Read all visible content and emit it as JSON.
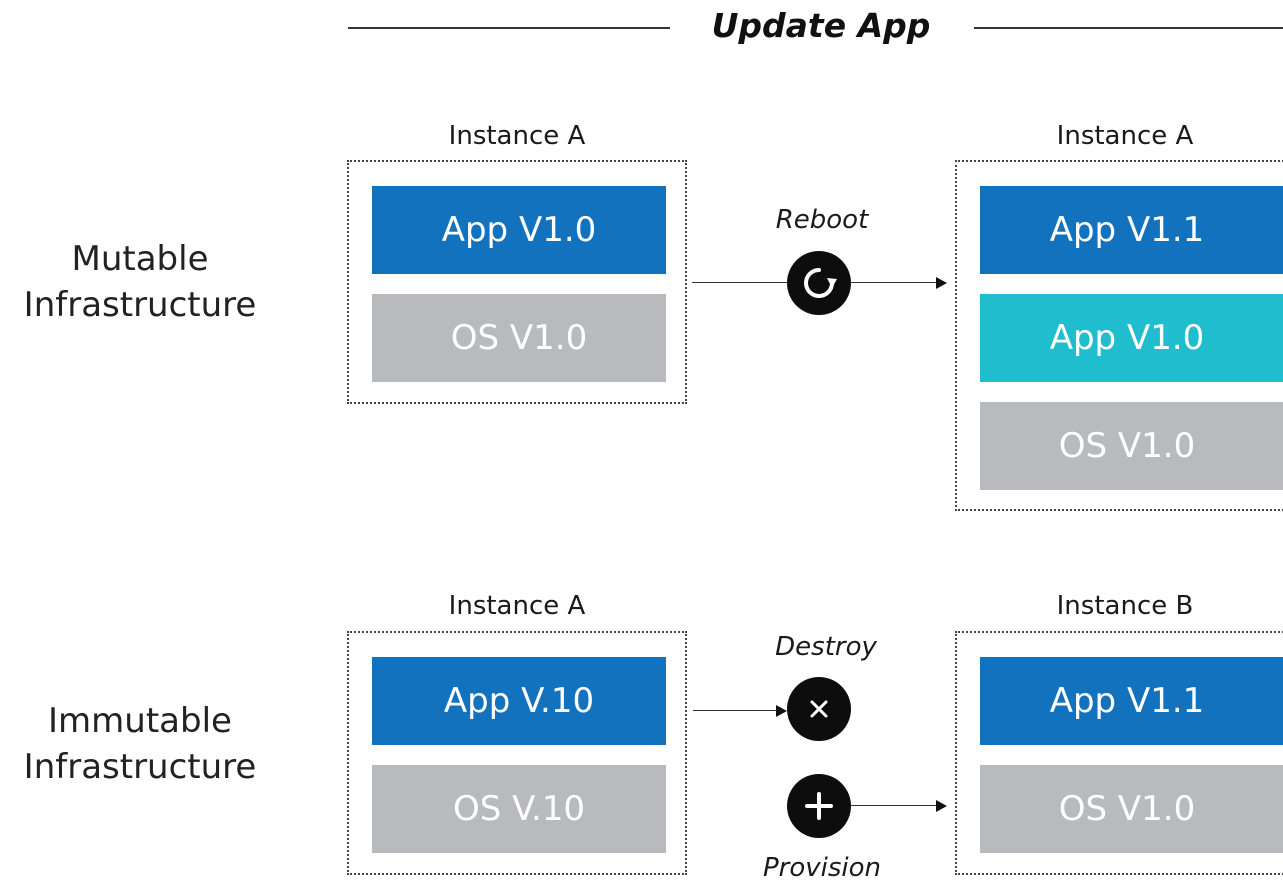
{
  "header": {
    "title": "Update App"
  },
  "mutable": {
    "label_line1": "Mutable",
    "label_line2": "Infrastructure",
    "before": {
      "title": "Instance A",
      "app": "App V1.0",
      "os": "OS V1.0"
    },
    "operation": {
      "label": "Reboot",
      "icon": "reboot-icon"
    },
    "after": {
      "title": "Instance A",
      "app_new": "App V1.1",
      "app_old": "App V1.0",
      "os": "OS V1.0"
    }
  },
  "immutable": {
    "label_line1": "Immutable",
    "label_line2": "Infrastructure",
    "before": {
      "title": "Instance A",
      "app": "App V.10",
      "os": "OS V.10"
    },
    "destroy": {
      "label": "Destroy",
      "icon": "close-icon"
    },
    "provision": {
      "label": "Provision",
      "icon": "plus-icon"
    },
    "after": {
      "title": "Instance B",
      "app": "App V1.1",
      "os": "OS V1.0"
    }
  },
  "colors": {
    "app_block": "#1272bd",
    "app_old_block": "#20bdcf",
    "os_block": "#b9babd",
    "icon_fill": "#0d0d0d"
  }
}
